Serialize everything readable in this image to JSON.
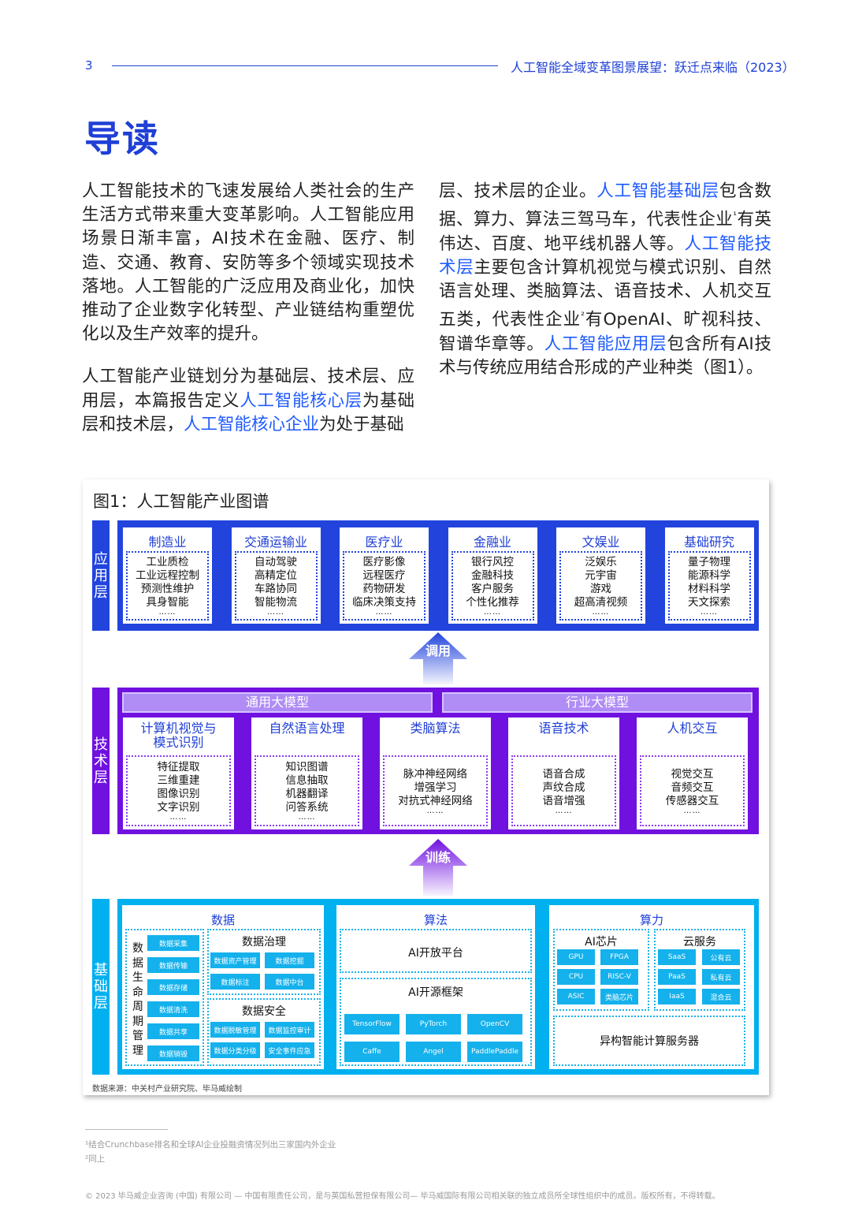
{
  "header": {
    "page_number": "3",
    "title": "人工智能全域变革图景展望：跃迁点来临（2023）"
  },
  "page_title": "导读",
  "left_column": [
    [
      {
        "t": "人工智能技术的飞速发展给人类社会的生产生活方式带来重大变革影响。人工智能应用场景日渐丰富，AI技术在金融、医疗、制造、交通、教育、安防等多个领域实现技术落地。人工智能的广泛应用及商业化，加快推动了企业数字化转型、产业链结构重塑优化以及生产效率的提升。"
      }
    ],
    [
      {
        "t": "人工智能产业链划分为基础层、技术层、应用层，本篇报告定义"
      },
      {
        "t": "人工智能核心层",
        "hl": true
      },
      {
        "t": "为基础层和技术层，"
      },
      {
        "t": "人工智能核心企业",
        "hl": true
      },
      {
        "t": "为处于基础"
      }
    ]
  ],
  "right_column": [
    [
      {
        "t": "层、技术层的企业。"
      },
      {
        "t": "人工智能基础层",
        "hl": true
      },
      {
        "t": "包含数据、算力、算法三驾马车，代表性企业"
      },
      {
        "t": "¹",
        "sup": true
      },
      {
        "t": "有英伟达、百度、地平线机器人等。"
      },
      {
        "t": "人工智能技术层",
        "hl": true
      },
      {
        "t": "主要包含计算机视觉与模式识别、自然语言处理、类脑算法、语音技术、人机交互五类，代表性企业"
      },
      {
        "t": "²",
        "sup": true
      },
      {
        "t": "有OpenAI、旷视科技、智谱华章等。"
      },
      {
        "t": "人工智能应用层",
        "hl": true
      },
      {
        "t": "包含所有AI技术与传统应用结合形成的产业种类（图1）。"
      }
    ]
  ],
  "figure": {
    "title": "图1：人工智能产业图谱",
    "colors": {
      "application": "#2244dd",
      "technology": "#7011e0",
      "foundation": "#00b0ef"
    },
    "application_layer": {
      "label": "应用层",
      "cards": [
        {
          "title": "制造业",
          "items": [
            "工业质检",
            "工业远程控制",
            "预测性维护",
            "具身智能"
          ]
        },
        {
          "title": "交通运输业",
          "items": [
            "自动驾驶",
            "高精定位",
            "车路协同",
            "智能物流"
          ]
        },
        {
          "title": "医疗业",
          "items": [
            "医疗影像",
            "远程医疗",
            "药物研发",
            "临床决策支持"
          ]
        },
        {
          "title": "金融业",
          "items": [
            "银行风控",
            "金融科技",
            "客户服务",
            "个性化推荐"
          ]
        },
        {
          "title": "文娱业",
          "items": [
            "泛娱乐",
            "元宇宙",
            "游戏",
            "超高清视频"
          ]
        },
        {
          "title": "基础研究",
          "items": [
            "量子物理",
            "能源科学",
            "材料科学",
            "天文探索"
          ]
        }
      ],
      "ellipsis": "……"
    },
    "arrow_call": "调用",
    "arrow_train": "训练",
    "technology_layer": {
      "label": "技术层",
      "models": [
        "通用大模型",
        "行业大模型"
      ],
      "cards": [
        {
          "title": "计算机视觉与模式识别",
          "items": [
            "特征提取",
            "三维重建",
            "图像识别",
            "文字识别"
          ]
        },
        {
          "title": "自然语言处理",
          "items": [
            "知识图谱",
            "信息抽取",
            "机器翻译",
            "问答系统"
          ]
        },
        {
          "title": "类脑算法",
          "items": [
            "脉冲神经网络",
            "增强学习",
            "对抗式神经网络"
          ]
        },
        {
          "title": "语音技术",
          "items": [
            "语音合成",
            "声纹合成",
            "语音增强"
          ]
        },
        {
          "title": "人机交互",
          "items": [
            "视觉交互",
            "音频交互",
            "传感器交互"
          ]
        }
      ]
    },
    "foundation_layer": {
      "label": "基础层",
      "data": {
        "title": "数据",
        "lifecycle_label": "数据生命周期管理",
        "lifecycle": [
          "数据采集",
          "数据传输",
          "数据存储",
          "数据清洗",
          "数据共享",
          "数据销毁"
        ],
        "governance": {
          "title": "数据治理",
          "items": [
            "数据资产管理",
            "数据挖掘",
            "数据标注",
            "数据中台"
          ]
        },
        "security": {
          "title": "数据安全",
          "items": [
            "数据脱敏管理",
            "数据监控审计",
            "数据分类分级",
            "安全事件应急"
          ]
        }
      },
      "algorithm": {
        "title": "算法",
        "platform": "AI开放平台",
        "framework": {
          "title": "AI开源框架",
          "items": [
            "TensorFlow",
            "PyTorch",
            "OpenCV",
            "Caffe",
            "Angel",
            "PaddlePaddle"
          ]
        }
      },
      "compute": {
        "title": "算力",
        "chips": {
          "title": "AI芯片",
          "items": [
            "GPU",
            "FPGA",
            "CPU",
            "RISC-V",
            "ASIC",
            "类脑芯片"
          ]
        },
        "cloud": {
          "title": "云服务",
          "items": [
            "SaaS",
            "公有云",
            "PaaS",
            "私有云",
            "IaaS",
            "混合云"
          ]
        },
        "server": "异构智能计算服务器"
      }
    },
    "source": "数据来源：中关村产业研究院、毕马威绘制"
  },
  "footnotes": [
    "¹结合Crunchbase排名和全球AI企业投融资情况列出三家国内外企业",
    "²同上"
  ],
  "copyright": "© 2023 毕马威企业咨询 (中国) 有限公司 — 中国有限责任公司，是与英国私营担保有限公司— 毕马威国际有限公司相关联的独立成员所全球性组织中的成员。版权所有，不得转载。"
}
